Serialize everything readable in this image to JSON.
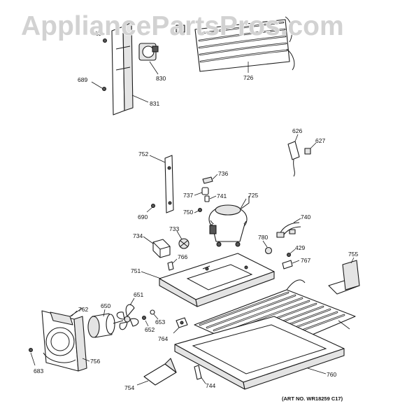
{
  "watermark": "AppliancePartsPros.com",
  "art_number": "(ART NO. WR18259 C17)",
  "callouts": {
    "c626": "626",
    "c627": "627",
    "c650": "650",
    "c651": "651",
    "c652": "652",
    "c653": "653",
    "c683": "683",
    "c689": "689",
    "c690": "690",
    "c725": "725",
    "c726": "726",
    "c733": "733",
    "c734": "734",
    "c736": "736",
    "c737": "737",
    "c740": "740",
    "c741": "741",
    "c744": "744",
    "c750": "750",
    "c751": "751",
    "c752": "752",
    "c754": "754",
    "c755": "755",
    "c756": "756",
    "c760": "760",
    "c762": "762",
    "c764": "764",
    "c766": "766",
    "c767": "767",
    "c780": "780",
    "c429": "429",
    "c830": "830",
    "c831": "831"
  }
}
